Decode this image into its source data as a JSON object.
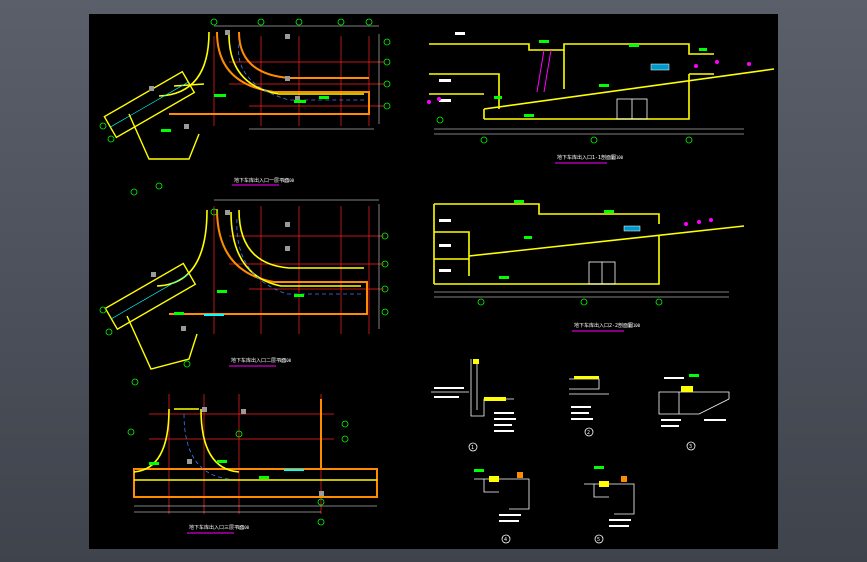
{
  "drawing": {
    "plans": [
      {
        "id": "plan-1",
        "caption": "地下车库出入口一层平面",
        "scale": "1:100"
      },
      {
        "id": "plan-2",
        "caption": "地下车库出入口二层平面",
        "scale": "1:100"
      },
      {
        "id": "plan-3",
        "caption": "地下车库出入口三层平面",
        "scale": "1:100"
      }
    ],
    "sections": [
      {
        "id": "section-1",
        "caption": "地下车库出入口1-1剖面图",
        "scale": "1:100"
      },
      {
        "id": "section-2",
        "caption": "地下车库出入口2-2剖面图",
        "scale": "1:100"
      }
    ],
    "details": [
      {
        "id": "detail-1",
        "marker": "1"
      },
      {
        "id": "detail-2",
        "marker": "2"
      },
      {
        "id": "detail-3",
        "marker": "3"
      },
      {
        "id": "detail-4",
        "marker": "4"
      },
      {
        "id": "detail-5",
        "marker": "5"
      }
    ],
    "colors": {
      "background": "#000000",
      "wall": "#ffff00",
      "wall_outer": "#ff8c00",
      "grid": "#ff2020",
      "axis_bubble": "#00ff00",
      "text": "#ffffff",
      "magenta": "#ff00ff",
      "cyan": "#00ffff",
      "blue_dash": "#3a7bff"
    }
  }
}
